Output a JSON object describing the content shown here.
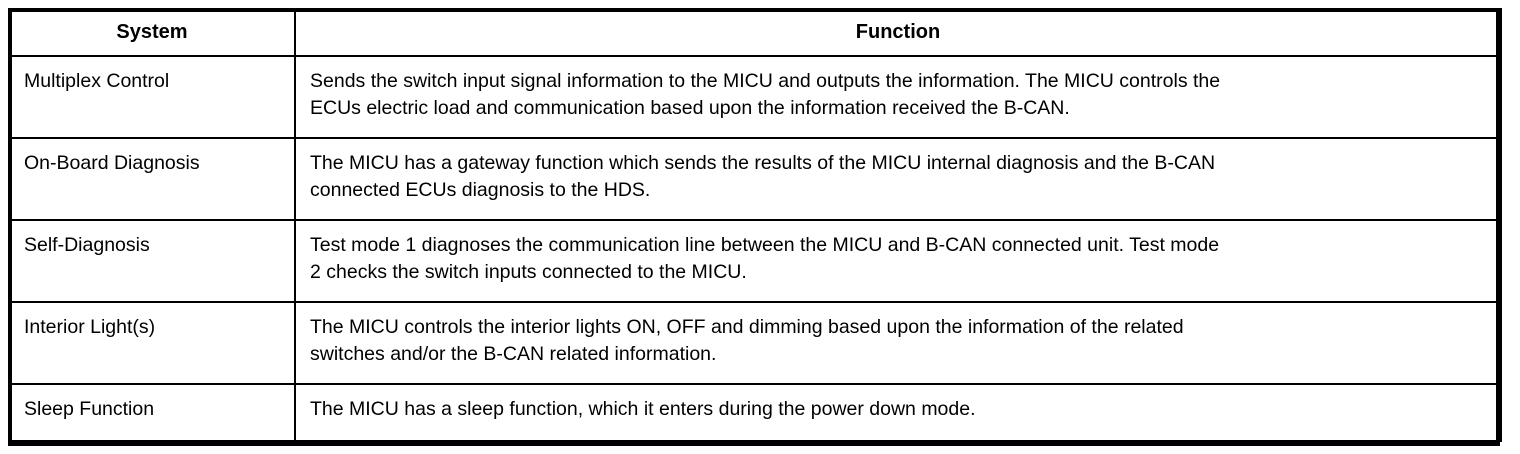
{
  "table": {
    "columns": [
      {
        "key": "system",
        "label": "System"
      },
      {
        "key": "function",
        "label": "Function"
      }
    ],
    "rows": [
      {
        "system": "Multiplex Control",
        "function_lines": [
          "Sends the switch input signal information to the MICU and outputs the information. The MICU controls the",
          "ECUs electric load and communication based upon the information received the B-CAN."
        ]
      },
      {
        "system": "On-Board Diagnosis",
        "function_lines": [
          "The MICU has a gateway function which sends the results of the MICU internal diagnosis and the B-CAN",
          "connected ECUs diagnosis to the HDS."
        ]
      },
      {
        "system": "Self-Diagnosis",
        "function_lines": [
          "Test mode 1 diagnoses the communication line between the MICU and B-CAN connected unit. Test mode",
          "2 checks the switch inputs connected to the MICU."
        ]
      },
      {
        "system": "Interior Light(s)",
        "function_lines": [
          "The MICU controls the interior lights ON, OFF and dimming based upon the information of the related",
          "switches and/or the B-CAN related information."
        ]
      },
      {
        "system": "Sleep Function",
        "function_lines": [
          "The MICU has a sleep function, which it enters during the power down mode."
        ]
      }
    ]
  },
  "colors": {
    "border": "#000000",
    "text": "#000000",
    "background": "#ffffff"
  }
}
